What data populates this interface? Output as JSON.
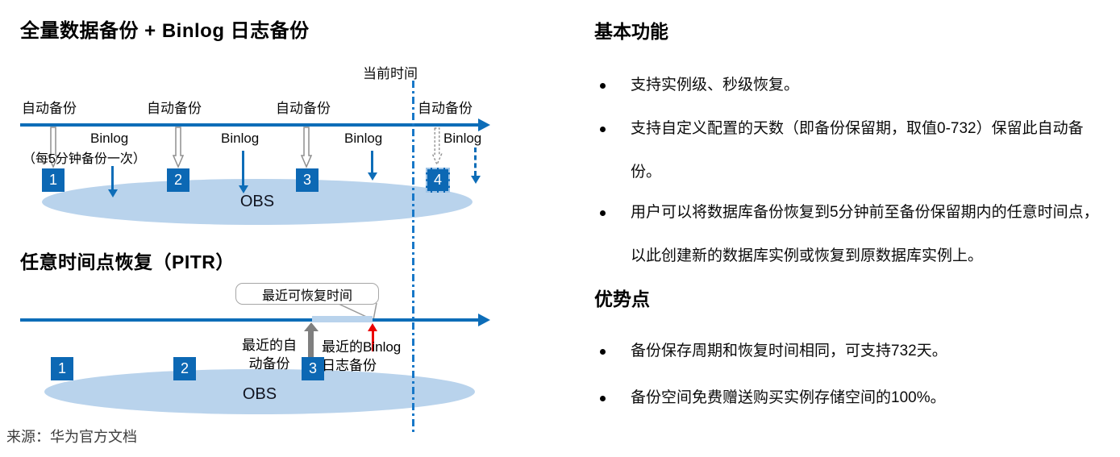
{
  "colors": {
    "primary_blue": "#0d6db8",
    "box_blue": "#0c68b4",
    "light_blue": "#b9d3ec",
    "dash_line_blue": "#1878c8",
    "gray_arrow": "#7f7f7f",
    "red_arrow": "#eb0000"
  },
  "diagram_full_binlog": {
    "title": "全量数据备份 + Binlog 日志备份",
    "current_time_label": "当前时间",
    "auto_backup_label": "自动备份",
    "binlog_label": "Binlog",
    "binlog_note": "（每5分钟备份一次）",
    "backup_numbers": [
      "1",
      "2",
      "3",
      "4"
    ],
    "storage_label": "OBS"
  },
  "diagram_pitr": {
    "title": "任意时间点恢复（PITR）",
    "callout_label": "最近可恢复时间",
    "latest_auto_backup_lines": [
      "最近的自",
      "动备份"
    ],
    "latest_binlog_lines": [
      "最近的Binlog",
      "日志备份"
    ],
    "backup_numbers": [
      "1",
      "2",
      "3"
    ],
    "storage_label": "OBS"
  },
  "source_note": "来源：华为官方文档",
  "right_panel": {
    "sections": [
      {
        "heading": "基本功能",
        "bullets": [
          "支持实例级、秒级恢复。",
          "支持自定义配置的天数（即备份保留期，取值0-732）保留此自动备份。",
          "用户可以将数据库备份恢复到5分钟前至备份保留期内的任意时间点，以此创建新的数据库实例或恢复到原数据库实例上。"
        ]
      },
      {
        "heading": "优势点",
        "bullets": [
          "备份保存周期和恢复时间相同，可支持732天。",
          "备份空间免费赠送购买实例存储空间的100%。"
        ]
      }
    ]
  }
}
